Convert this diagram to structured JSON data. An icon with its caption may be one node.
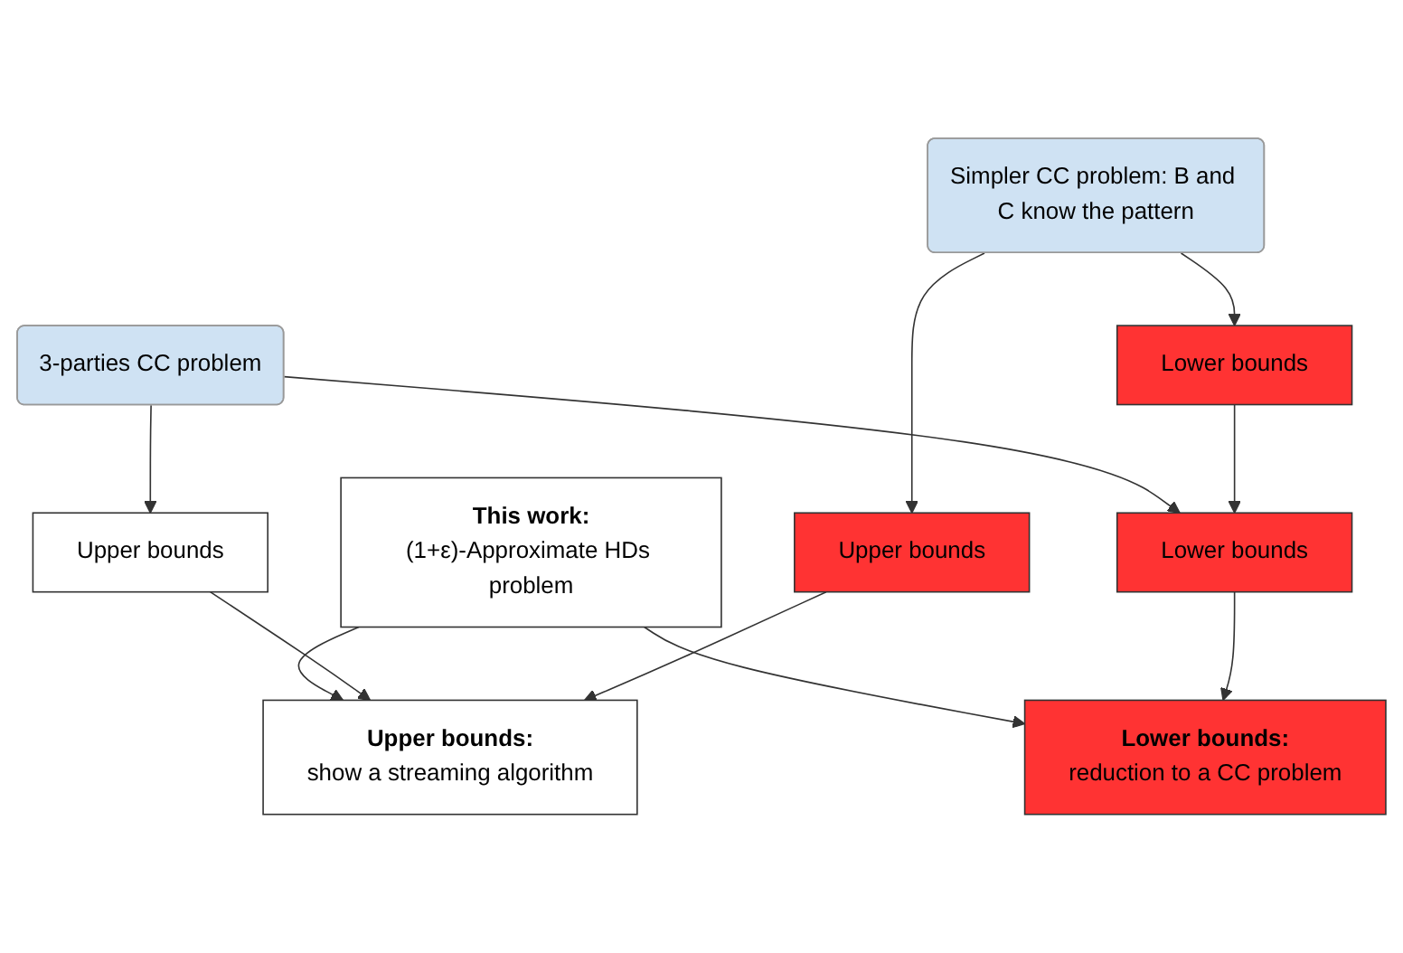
{
  "diagram": {
    "nodes": [
      {
        "text": [
          "This work:",
          "(1+ε)-Approximate HDs problem"
        ]
      },
      {
        "text": [
          "Lower bounds:",
          "reduction to a CC problem"
        ]
      },
      {
        "text": [
          "Upper bounds:",
          "show a streaming algorithm"
        ]
      },
      {
        "text": [
          "3-parties CC problem"
        ]
      },
      {
        "text": [
          "Simpler CC problem: B and C know the pattern"
        ]
      },
      {
        "text": [
          "Upper bounds"
        ]
      },
      {
        "text": [
          "Lower bounds"
        ]
      },
      {
        "text": [
          "Upper bounds"
        ]
      },
      {
        "text": [
          "Lower bounds"
        ]
      }
    ],
    "edges": [
      {
        "from": 0,
        "to": 1,
        "arrow": "to"
      },
      {
        "from": 0,
        "to": 2,
        "arrow": "to"
      },
      {
        "from": 3,
        "to": 5,
        "arrow": "to"
      },
      {
        "from": 3,
        "to": 6,
        "arrow": "to"
      },
      {
        "from": 4,
        "to": 7,
        "arrow": "to"
      },
      {
        "from": 4,
        "to": 8,
        "arrow": "to"
      },
      {
        "from": 6,
        "to": 1,
        "arrow": "to"
      },
      {
        "from": 5,
        "to": 2,
        "arrow": "to"
      },
      {
        "from": 7,
        "to": 2,
        "arrow": "to"
      },
      {
        "from": 8,
        "to": 6,
        "arrow": "to"
      }
    ]
  }
}
